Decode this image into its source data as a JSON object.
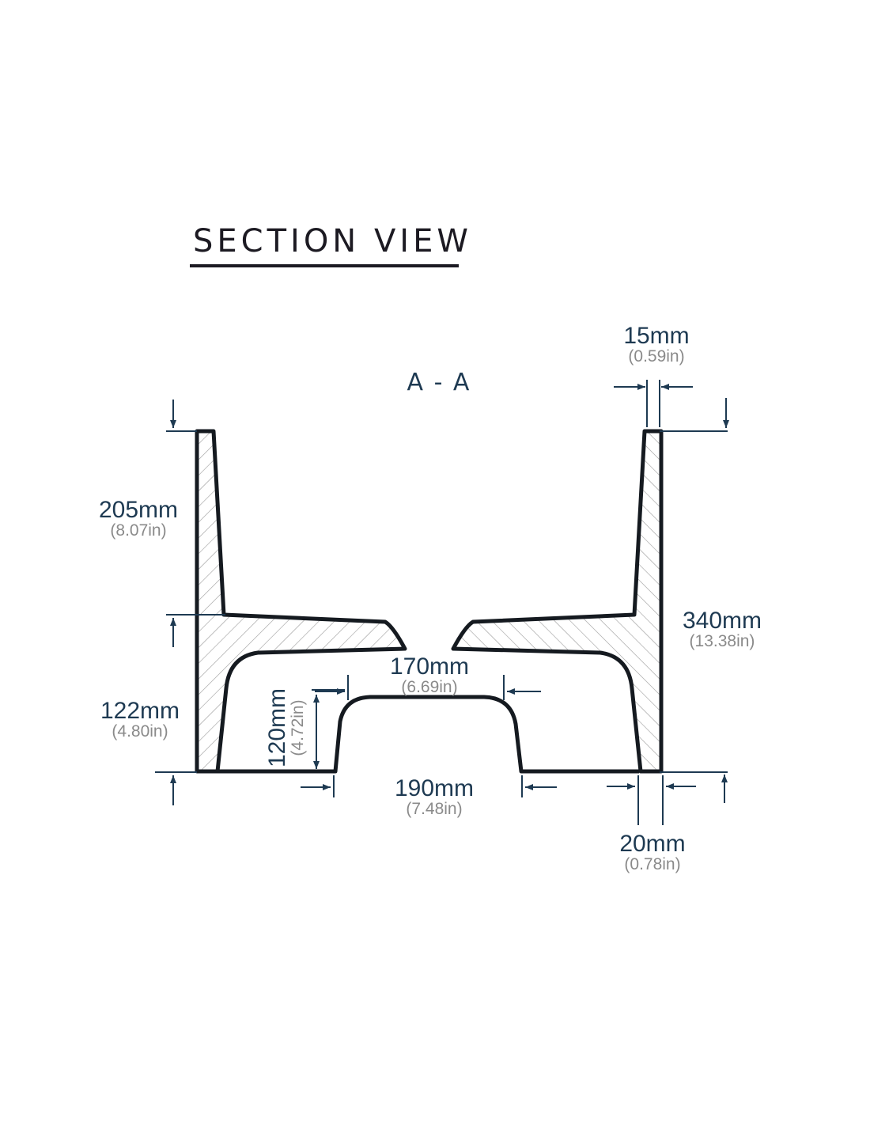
{
  "title": "SECTION VIEW",
  "section_label": "A - A",
  "colors": {
    "outline": "#151a20",
    "dimension": "#1e3a52",
    "imperial": "#8a8a8a",
    "hatch": "#9a9a9a"
  },
  "dimensions": {
    "top_thickness": {
      "mm": "15mm",
      "inch": "(0.59in)"
    },
    "upper_height": {
      "mm": "205mm",
      "inch": "(8.07in)"
    },
    "lower_height": {
      "mm": "122mm",
      "inch": "(4.80in)"
    },
    "total_height": {
      "mm": "340mm",
      "inch": "(13.38in)"
    },
    "inner_gap": {
      "mm": "170mm",
      "inch": "(6.69in)"
    },
    "arch_height": {
      "mm": "120mm",
      "inch": "(4.72in)"
    },
    "base_gap": {
      "mm": "190mm",
      "inch": "(7.48in)"
    },
    "base_thickness": {
      "mm": "20mm",
      "inch": "(0.78in)"
    }
  }
}
